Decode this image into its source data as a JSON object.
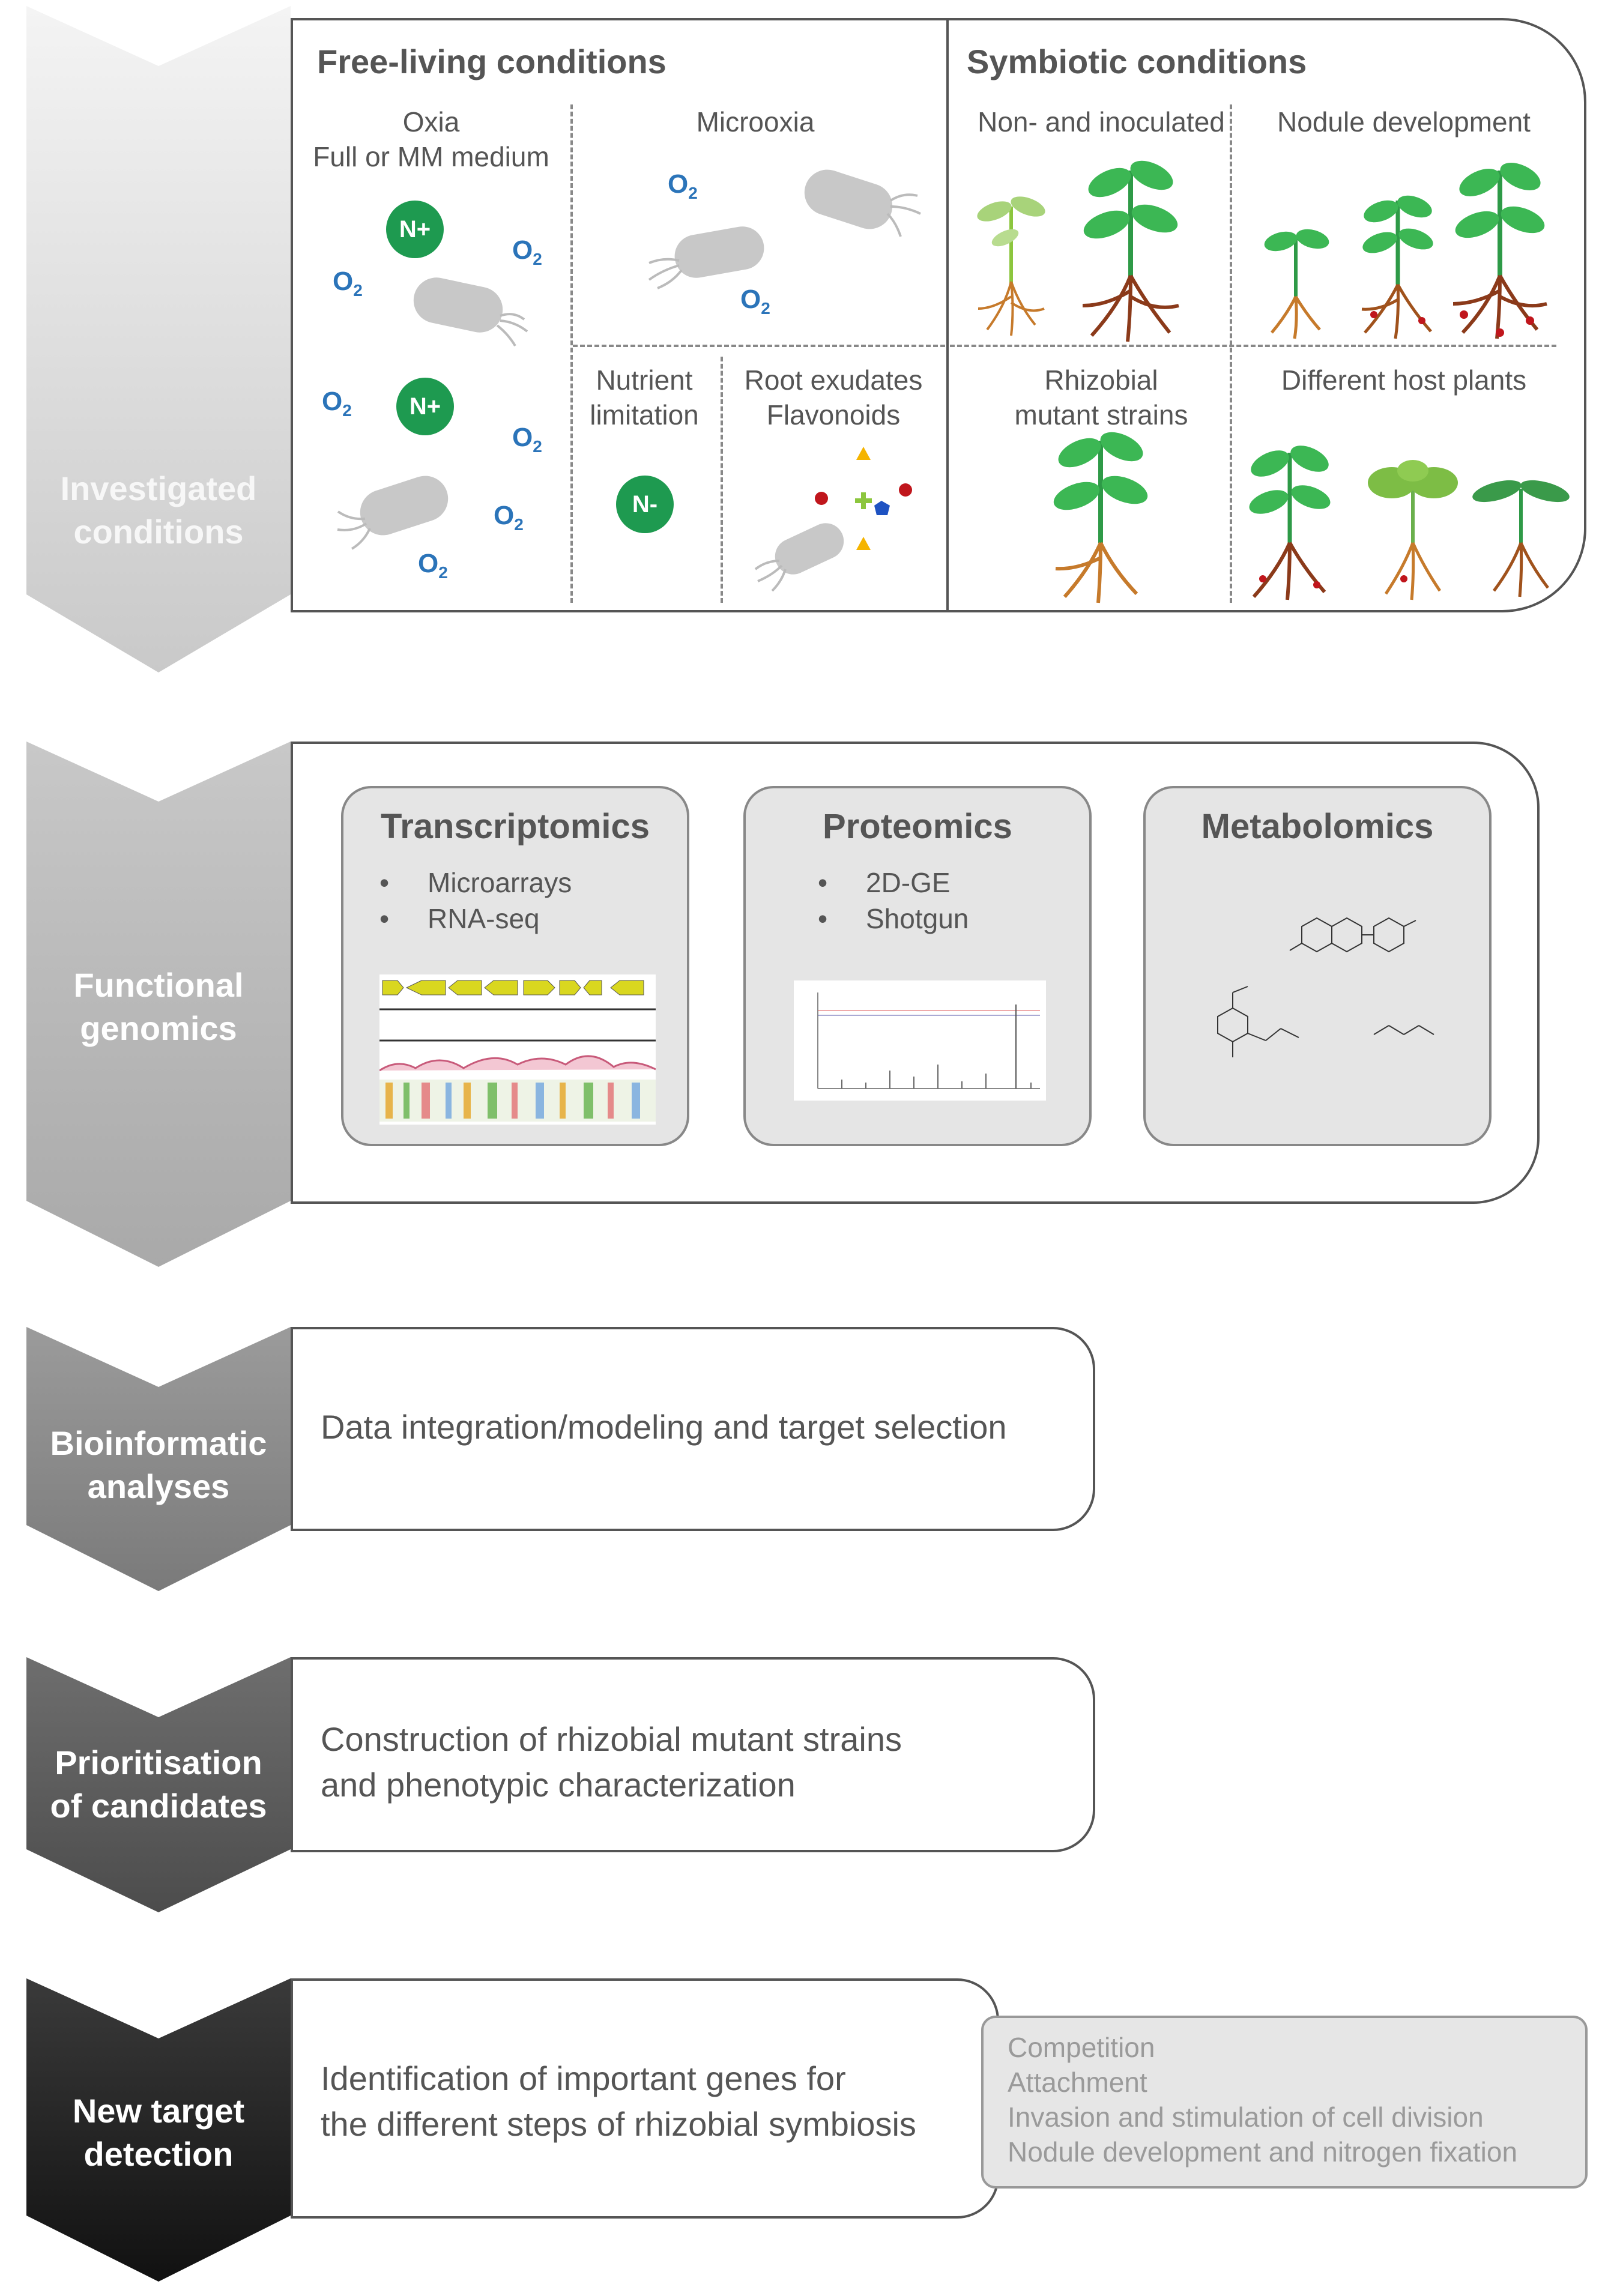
{
  "stages": [
    {
      "id": "investigated",
      "line1": "Investigated",
      "line2": "conditions"
    },
    {
      "id": "functional",
      "line1": "Functional",
      "line2": "genomics"
    },
    {
      "id": "bioinformatic",
      "line1": "Bioinformatic",
      "line2": "analyses"
    },
    {
      "id": "prioritisation",
      "line1": "Prioritisation",
      "line2": "of candidates"
    },
    {
      "id": "new-target",
      "line1": "New target",
      "line2": "detection"
    }
  ],
  "conditions": {
    "free_living_title": "Free-living conditions",
    "symbiotic_title": "Symbiotic conditions",
    "oxia_line1": "Oxia",
    "oxia_line2": "Full or MM medium",
    "microoxia": "Microoxia",
    "nutrient_line1": "Nutrient",
    "nutrient_line2": "limitation",
    "root_line1": "Root exudates",
    "root_line2": "Flavonoids",
    "non_inoculated": "Non- and inoculated",
    "nodule_development": "Nodule development",
    "rhizobial_line1": "Rhizobial",
    "rhizobial_line2": "mutant strains",
    "different_hosts": "Different host plants",
    "o2_main": "O",
    "o2_sub": "2",
    "n_plus": "N+",
    "n_minus": "N-"
  },
  "omics": {
    "transcriptomics": {
      "title": "Transcriptomics",
      "items": [
        "Microarrays",
        "RNA-seq"
      ]
    },
    "proteomics": {
      "title": "Proteomics",
      "items": [
        "2D-GE",
        "Shotgun"
      ]
    },
    "metabolomics": {
      "title": "Metabolomics"
    }
  },
  "bioinformatic_text": "Data integration/modeling and target selection",
  "prioritisation_text": {
    "line1": "Construction of rhizobial mutant strains",
    "line2": "and phenotypic characterization"
  },
  "new_target_text": {
    "line1": "Identification of important genes for",
    "line2": "the different steps of rhizobial symbiosis"
  },
  "steps": [
    "Competition",
    "Attachment",
    "Invasion and stimulation of cell division",
    "Nodule development and nitrogen fixation"
  ],
  "colors": {
    "plant_green": "#3cb754",
    "plant_light": "#8cc63e",
    "root_brown": "#a0521c",
    "nitrogen_green": "#1e9a50",
    "oxygen_blue": "#2b74b9"
  }
}
